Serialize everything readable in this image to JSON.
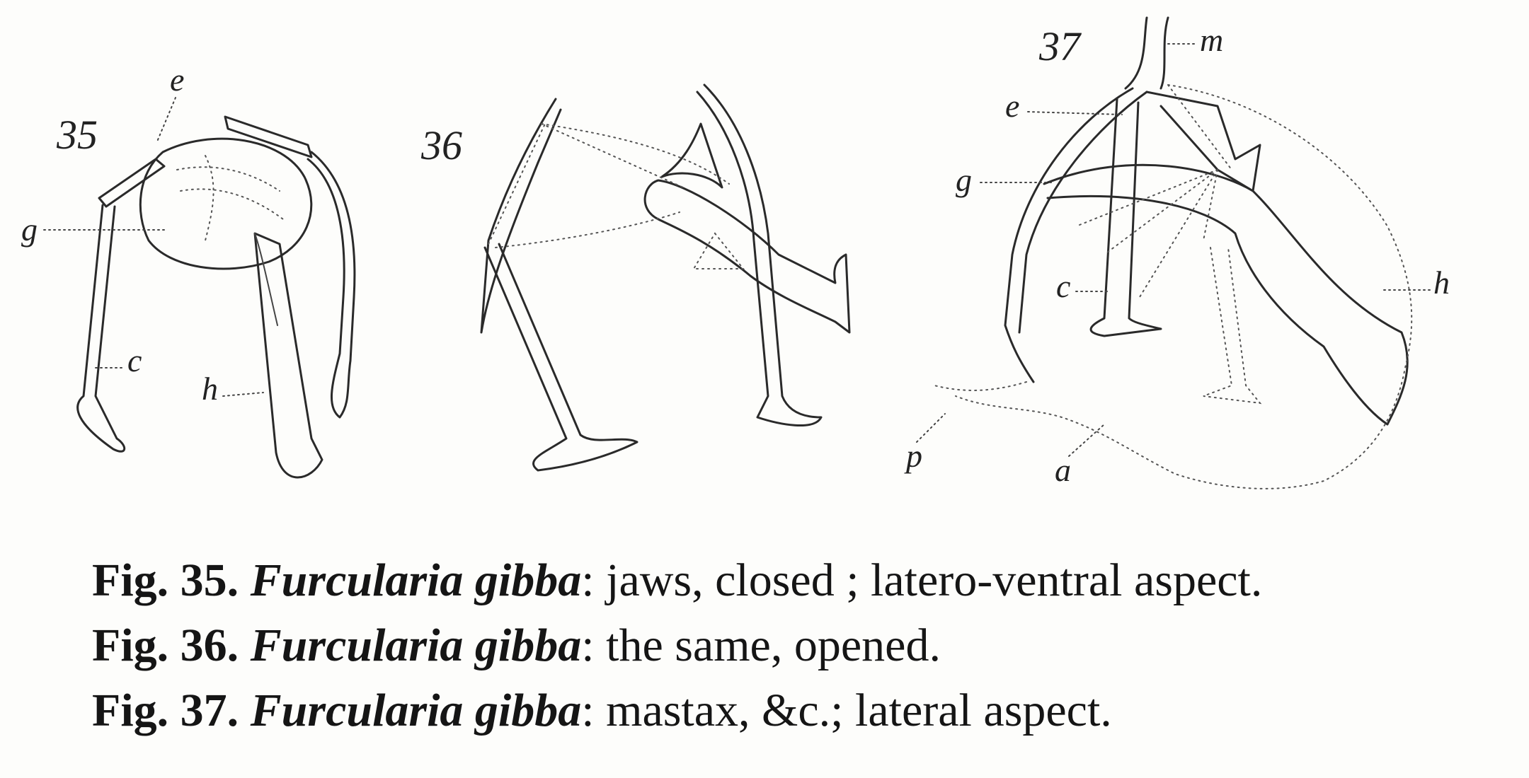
{
  "figures": [
    {
      "number": "35",
      "labels": [
        "e",
        "g",
        "c",
        "h"
      ]
    },
    {
      "number": "36",
      "labels": []
    },
    {
      "number": "37",
      "labels": [
        "m",
        "e",
        "g",
        "c",
        "h",
        "p",
        "a"
      ]
    }
  ],
  "captions": [
    {
      "fig": "Fig. 35.",
      "species": "Furcularia gibba",
      "sep": ":",
      "text": "jaws, closed ;  latero-ventral aspect."
    },
    {
      "fig": "Fig. 36.",
      "species": "Furcularia gibba",
      "sep": ":",
      "text": "the same, opened."
    },
    {
      "fig": "Fig. 37.",
      "species": "Furcularia gibba",
      "sep": ":",
      "text": "mastax, &c.;  lateral aspect."
    }
  ]
}
